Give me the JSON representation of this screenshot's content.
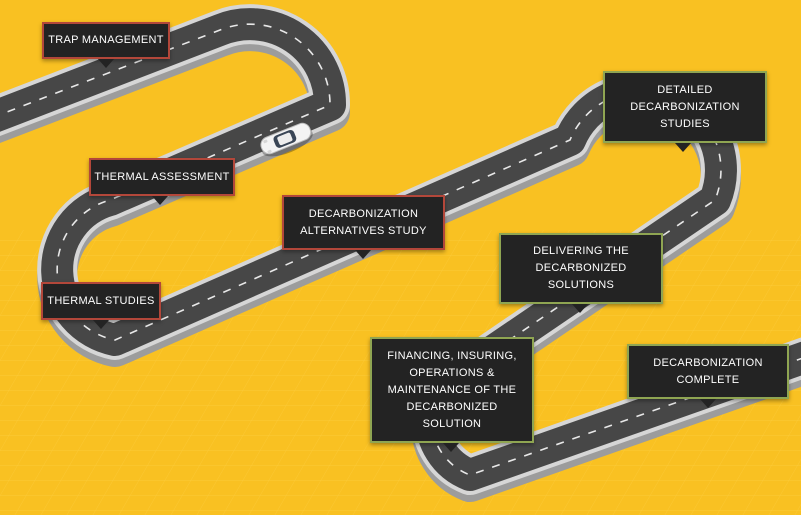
{
  "colors": {
    "background": "#f9c122",
    "road": "#444444",
    "road_edge": "#cfcfcf",
    "label_fill": "#232323",
    "label_border_red": "#b3473a",
    "label_border_green": "#8fa552"
  },
  "icons": {
    "vehicle": "car-icon"
  },
  "milestones": [
    {
      "id": "trap-management",
      "text": "TRAP MANAGEMENT",
      "border": "red"
    },
    {
      "id": "thermal-assessment",
      "text": "THERMAL ASSESSMENT",
      "border": "red"
    },
    {
      "id": "thermal-studies",
      "text": "THERMAL STUDIES",
      "border": "red"
    },
    {
      "id": "decarbonization-alternatives-study",
      "text": "DECARBONIZATION\nALTERNATIVES STUDY",
      "border": "red"
    },
    {
      "id": "detailed-decarbonization-studies",
      "text": "DETAILED\nDECARBONIZATION\nSTUDIES",
      "border": "green"
    },
    {
      "id": "delivering-decarbonized-solutions",
      "text": "DELIVERING THE\nDECARBONIZED\nSOLUTIONS",
      "border": "green"
    },
    {
      "id": "financing-insuring-operations",
      "text": "FINANCING, INSURING,\nOPERATIONS &\nMAINTENANCE OF THE\nDECARBONIZED\nSOLUTION",
      "border": "green"
    },
    {
      "id": "decarbonization-complete",
      "text": "DECARBONIZATION\nCOMPLETE",
      "border": "green"
    }
  ]
}
